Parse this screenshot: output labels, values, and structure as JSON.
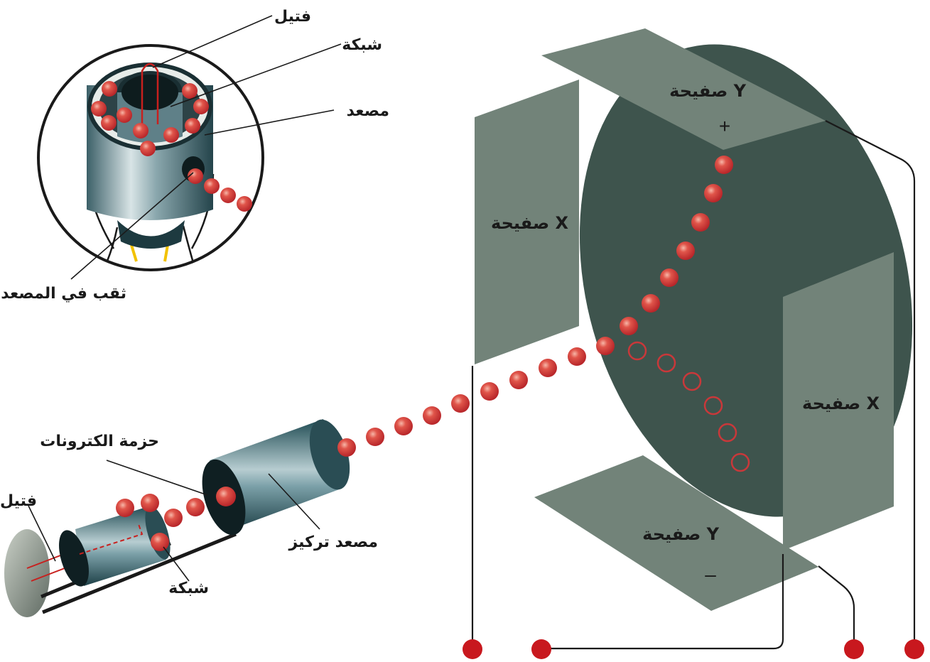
{
  "labels": {
    "filament_top": "فتيل",
    "grid_top": "شبكة",
    "anode_top": "مصعد",
    "anode_hole": "ثقب في المصعد",
    "electron_beam": "حزمة الكترونات",
    "filament_bottom": "فتيل",
    "grid_bottom": "شبكة",
    "focusing_anode": "مصعد تركيز",
    "plate_x_left": "صفيحة  X",
    "plate_x_right": "صفيحة  X",
    "plate_y_top": "صفيحة  Y",
    "plate_y_bottom": "صفيحة  Y",
    "plus_sign": "+",
    "minus_sign": "–"
  },
  "colors": {
    "plate": "#728379",
    "screen": "#3e544d",
    "electron": "#d8403a",
    "terminal": "#c8181e",
    "filament_wire": "#c8201e",
    "heater_glow": "#f2c200"
  }
}
